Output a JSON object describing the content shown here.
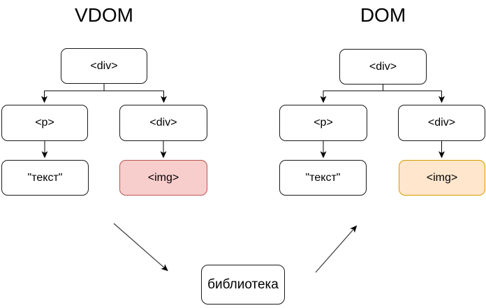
{
  "diagram": {
    "background_color": "#ffffff",
    "line_color": "#000000",
    "vdom_tree": {
      "title": "VDOM",
      "root_label": "<div>",
      "child_p_label": "<p>",
      "child_div_label": "<div>",
      "leaf_text_label": "\"текст\"",
      "leaf_img_label": "<img>",
      "img_fill": "#f8cecc",
      "img_border": "#b85450"
    },
    "dom_tree": {
      "title": "DOM",
      "root_label": "<div>",
      "child_p_label": "<p>",
      "child_div_label": "<div>",
      "leaf_text_label": "\"текст\"",
      "leaf_img_label": "<img>",
      "img_fill": "#ffe6cc",
      "img_border": "#d79b00"
    },
    "library_node": {
      "label": "библиотека"
    }
  }
}
